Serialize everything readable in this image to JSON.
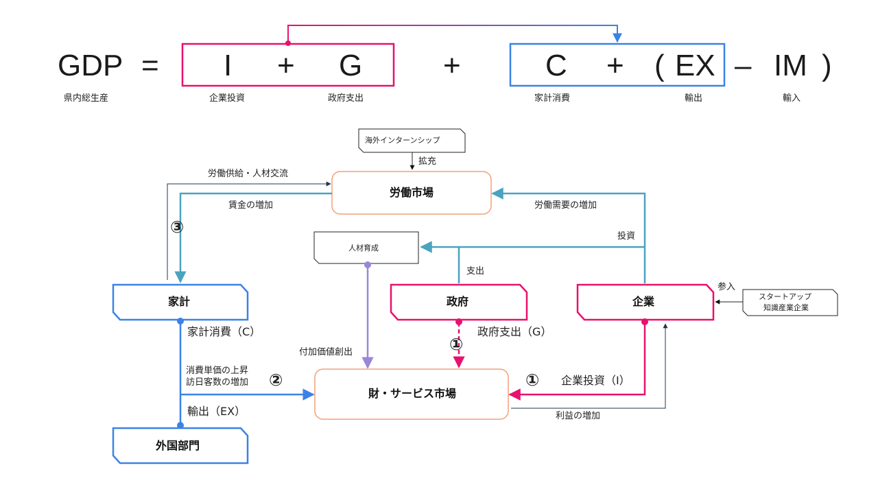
{
  "equation": {
    "gdp": "GDP",
    "eq": "=",
    "i": "I",
    "plus1": "+",
    "g": "G",
    "plus2": "+",
    "c": "C",
    "plus3": "+",
    "lparen": "(",
    "ex": "EX",
    "minus": "–",
    "im": "IM",
    "rparen": ")",
    "gdp_label": "県内総生産",
    "i_label": "企業投資",
    "g_label": "政府支出",
    "c_label": "家計消費",
    "ex_label": "輸出",
    "im_label": "輸入"
  },
  "nodes": {
    "labor_market": "労働市場",
    "household": "家計",
    "government": "政府",
    "enterprise": "企業",
    "goods_market": "財・サービス市場",
    "foreign": "外国部門",
    "overseas_internship": "海外インターンシップ",
    "hr_development": "人材育成",
    "startup_line1": "スタートアップ",
    "startup_line2": "知識産業企業"
  },
  "edges": {
    "expansion": "拡充",
    "labor_supply": "労働供給・人材交流",
    "wage_increase": "賃金の増加",
    "labor_demand": "労働需要の増加",
    "investment": "投資",
    "spending": "支出",
    "participation": "参入",
    "household_consumption": "家計消費（C）",
    "gov_spending": "政府支出（G）",
    "value_creation": "付加価値創出",
    "unit_price_line1": "消費単価の上昇",
    "unit_price_line2": "訪日客数の増加",
    "enterprise_investment": "企業投資（I）",
    "profit_increase": "利益の増加",
    "export": "輸出（EX）"
  },
  "markers": {
    "m3": "③",
    "m1_gov": "①",
    "m2": "②",
    "m1_ent": "①"
  },
  "colors": {
    "pink": "#e8106e",
    "blue": "#3b82e6",
    "teal": "#4aa3bf",
    "purple": "#9b86d8",
    "navy": "#1f3550",
    "salmon": "#f2a07b"
  }
}
